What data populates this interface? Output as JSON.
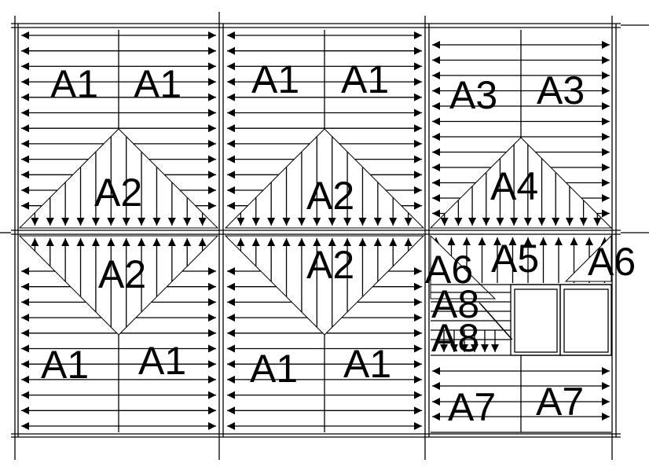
{
  "drawing": {
    "colors": {
      "line": "#000000",
      "background": "#ffffff"
    },
    "labels": {
      "tl_a1_left": "A1",
      "tl_a1_right": "A1",
      "tl_a2": "A2",
      "tm_a1_left": "A1",
      "tm_a1_right": "A1",
      "tm_a2": "A2",
      "tr_a3_left": "A3",
      "tr_a3_right": "A3",
      "tr_a4": "A4",
      "bl_a2": "A2",
      "bl_a1_left": "A1",
      "bl_a1_right": "A1",
      "bm_a2": "A2",
      "bm_a1_left": "A1",
      "bm_a1_right": "A1",
      "br_a6_left": "A6",
      "br_a5": "A5",
      "br_a6_right": "A6",
      "br_a8_top": "A8",
      "br_a8_bottom": "A8",
      "br_a7_left": "A7",
      "br_a7_right": "A7"
    }
  }
}
